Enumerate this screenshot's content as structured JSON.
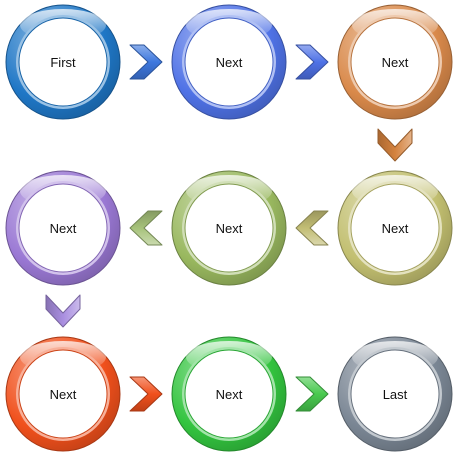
{
  "nodes": [
    {
      "label": "First",
      "color": "#1f77c6"
    },
    {
      "label": "Next",
      "color": "#4f72e6"
    },
    {
      "label": "Next",
      "color": "#d9894a"
    },
    {
      "label": "Next",
      "color": "#9a78d4"
    },
    {
      "label": "Next",
      "color": "#99b85f"
    },
    {
      "label": "Next",
      "color": "#c2bf70"
    },
    {
      "label": "Next",
      "color": "#f0501c"
    },
    {
      "label": "Next",
      "color": "#33c43f"
    },
    {
      "label": "Last",
      "color": "#7a8694"
    }
  ],
  "connectors": [
    {
      "color": "#3e78de",
      "direction": "right"
    },
    {
      "color": "#4f72e6",
      "direction": "right"
    },
    {
      "color": "#d4823e",
      "direction": "down"
    },
    {
      "color": "#c2bd74",
      "direction": "left"
    },
    {
      "color": "#a6c27a",
      "direction": "left"
    },
    {
      "color": "#a98ee0",
      "direction": "down"
    },
    {
      "color": "#f0501c",
      "direction": "right"
    },
    {
      "color": "#49c94f",
      "direction": "right"
    }
  ]
}
